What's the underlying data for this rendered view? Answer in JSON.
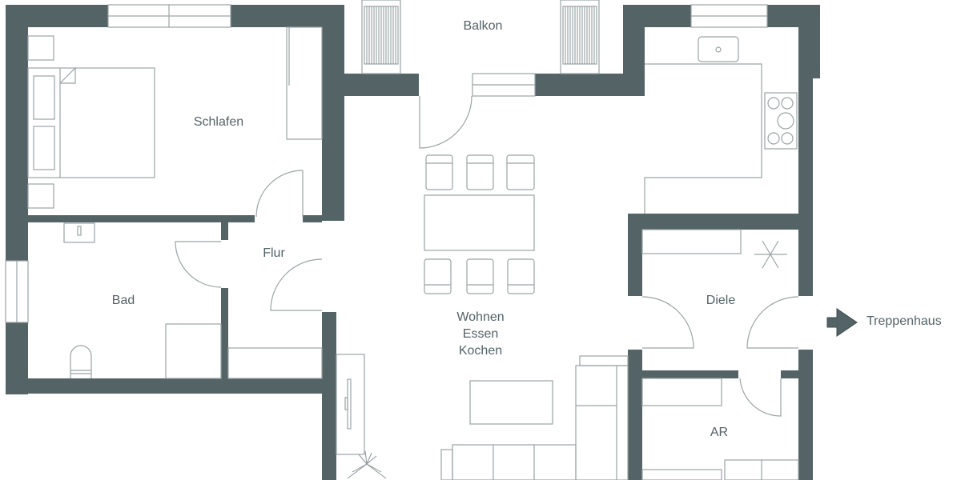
{
  "plan": {
    "wall_color": "#536366",
    "line_color": "#9aa3a5",
    "rooms": [
      {
        "id": "schlafen",
        "label": "Schlafen"
      },
      {
        "id": "balkon",
        "label": "Balkon"
      },
      {
        "id": "bad",
        "label": "Bad"
      },
      {
        "id": "flur",
        "label": "Flur"
      },
      {
        "id": "wohnen",
        "label_lines": [
          "Wohnen",
          "Essen",
          "Kochen"
        ]
      },
      {
        "id": "diele",
        "label": "Diele"
      },
      {
        "id": "ar",
        "label": "AR"
      }
    ],
    "exit": {
      "label": "Treppenhaus",
      "icon": "arrow-right-icon"
    }
  }
}
